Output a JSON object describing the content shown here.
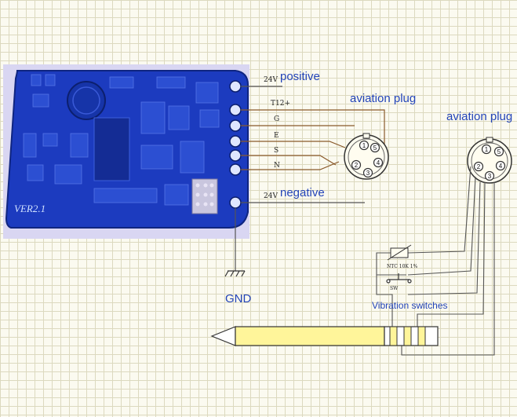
{
  "diagram": {
    "board_label": "VER2.1",
    "pins": [
      {
        "voltage": "24V",
        "label": "positive"
      },
      {
        "label": "T12+"
      },
      {
        "label": "G"
      },
      {
        "label": "E"
      },
      {
        "label": "S"
      },
      {
        "label": "N"
      },
      {
        "voltage": "24V",
        "label": "negative"
      }
    ],
    "connectors": [
      {
        "label": "aviation plug",
        "pins": [
          "1",
          "2",
          "3",
          "4",
          "5"
        ]
      },
      {
        "label": "aviation plug",
        "pins": [
          "1",
          "2",
          "3",
          "4",
          "5"
        ]
      }
    ],
    "gnd_label": "GND",
    "thermistor_label": "NTC 10K 1%",
    "switch_sub_label": "SW",
    "vibration_label": "Vibration switches",
    "colors": {
      "pcb": "#1c3bbf",
      "pcb_dark": "#142c94",
      "wire_brown": "#8a5a2b",
      "label_blue": "#2344b8",
      "handle_yellow": "#fff59a"
    }
  }
}
